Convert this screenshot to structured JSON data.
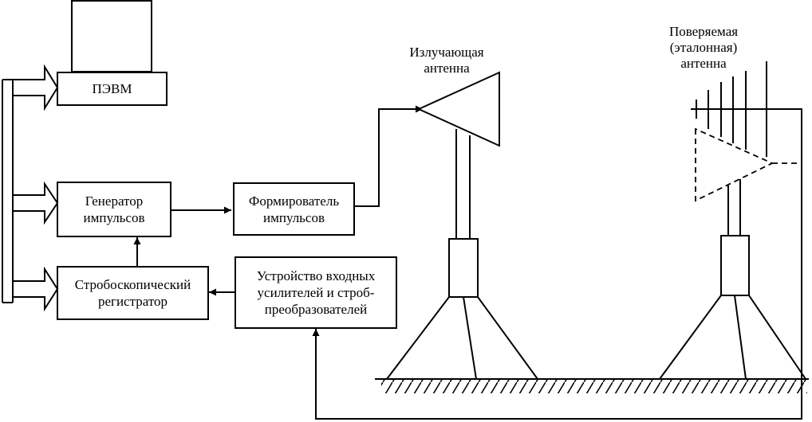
{
  "blocks": {
    "pevm": "ПЭВМ",
    "generator": [
      "Генератор",
      "импульсов"
    ],
    "shaper": [
      "Формирователь",
      "импульсов"
    ],
    "strobe_recorder": [
      "Стробоскопический",
      "регистратор"
    ],
    "input_amplifiers": [
      "Устройство входных",
      "усилителей и строб-",
      "преобразователей"
    ]
  },
  "labels": {
    "radiating_antenna": [
      "Излучающая",
      "антенна"
    ],
    "tested_antenna": [
      "Поверяемая",
      "(эталонная)",
      "антенна"
    ]
  }
}
